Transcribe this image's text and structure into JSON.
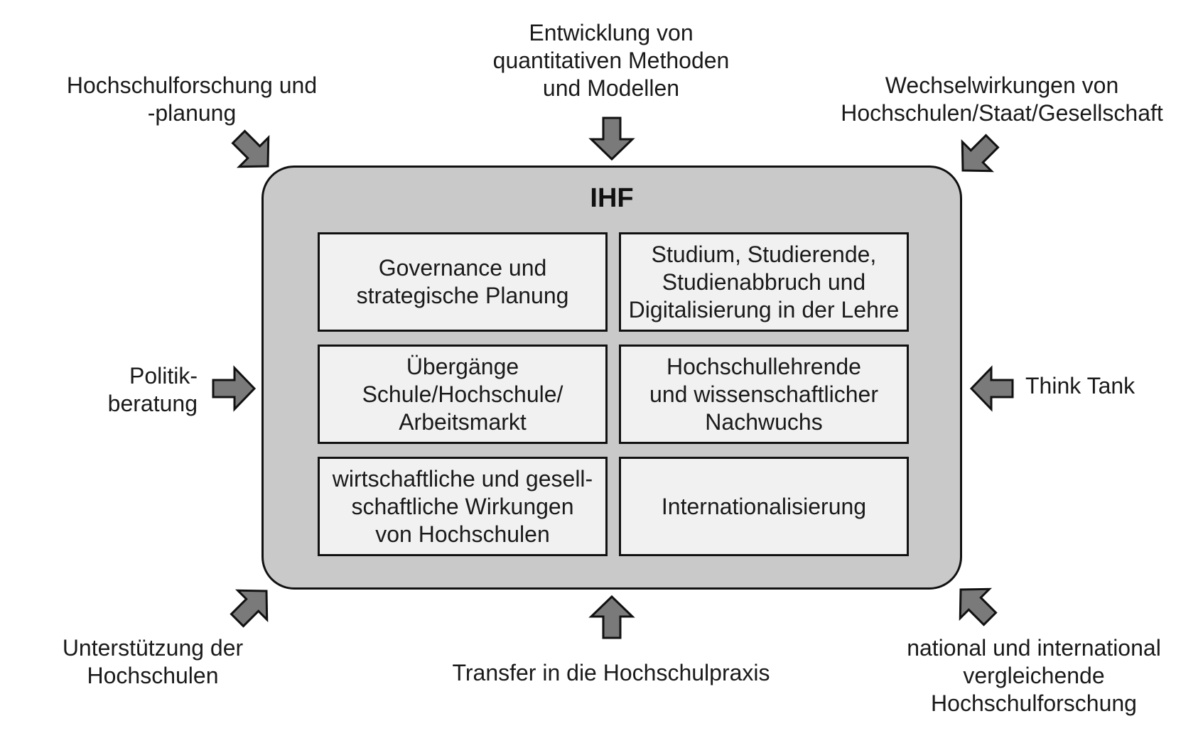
{
  "center": {
    "title": "IHF",
    "cells": [
      "Governance und\nstrategische Planung",
      "Studium, Studierende,\nStudienabbruch und\nDigitalisierung in der Lehre",
      "Übergänge\nSchule/Hochschule/\nArbeitsmarkt",
      "Hochschullehrende\nund wissenschaftlicher\nNachwuchs",
      "wirtschaftliche und gesell-\nschaftliche Wirkungen\nvon Hochschulen",
      "Internationalisierung"
    ]
  },
  "outer": {
    "top_left": "Hochschulforschung und\n-planung",
    "top": "Entwicklung von\nquantitativen Methoden\nund Modellen",
    "top_right": "Wechselwirkungen von\nHochschulen/Staat/Gesellschaft",
    "left": "Politik-\nberatung",
    "right": "Think Tank",
    "bottom_left": "Unterstützung der\nHochschulen",
    "bottom": "Transfer in die Hochschulpraxis",
    "bottom_right": "national und international\nvergleichende\nHochschulforschung"
  },
  "colors": {
    "box_fill": "#c9c9c9",
    "cell_fill": "#f1f1f1",
    "arrow_fill": "#7a7a7a",
    "outline": "#111111"
  }
}
